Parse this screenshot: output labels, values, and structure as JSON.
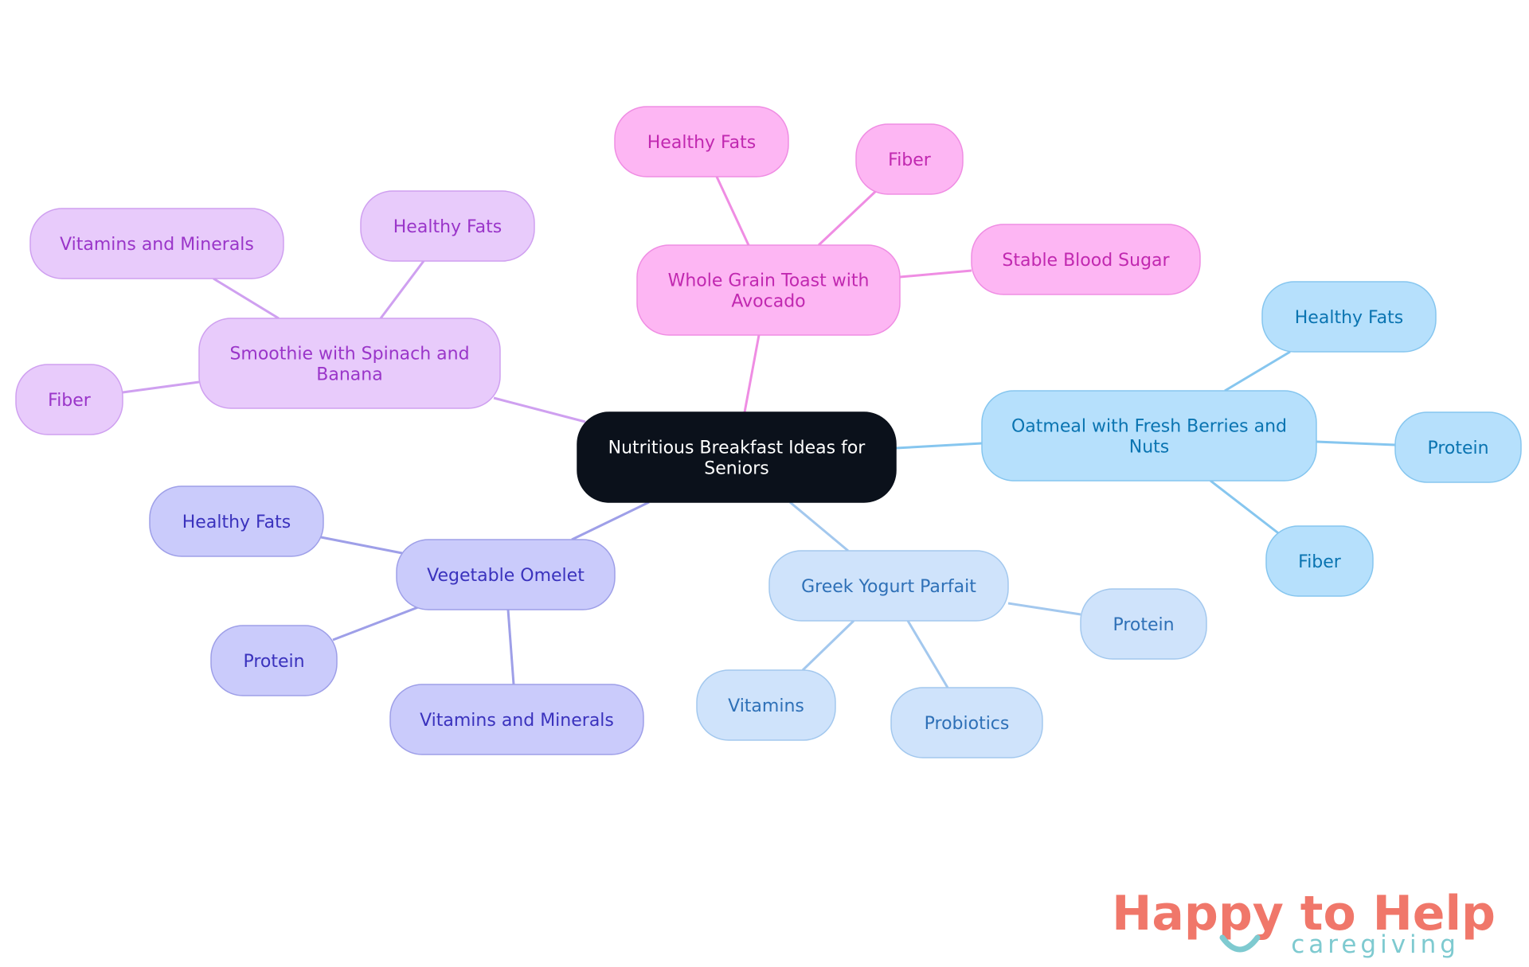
{
  "colors": {
    "root_fill": "#0b111b",
    "root_text": "#ffffff",
    "toast_fill": "#fdb6f3",
    "toast_stroke": "#ef8de3",
    "toast_text": "#c128b0",
    "smoothie_fill": "#e8cbfb",
    "smoothie_stroke": "#cfa0f0",
    "smoothie_text": "#9a35c9",
    "oatmeal_fill": "#b6e0fc",
    "oatmeal_stroke": "#86c6ef",
    "oatmeal_text": "#0a74b1",
    "yogurt_fill": "#cfe3fb",
    "yogurt_stroke": "#a3c8ee",
    "yogurt_text": "#2e70b7",
    "omelet_fill": "#cacbfb",
    "omelet_stroke": "#9e9fe8",
    "omelet_text": "#3a32bd",
    "logo_coral": "#f0776a",
    "logo_teal": "#7ecad0"
  },
  "diagram": {
    "root": {
      "label_lines": [
        "Nutritious Breakfast Ideas for",
        "Seniors"
      ]
    },
    "branches": [
      {
        "id": "toast",
        "label_lines": [
          "Whole Grain Toast with",
          "Avocado"
        ],
        "children": [
          "Healthy Fats",
          "Fiber",
          "Stable Blood Sugar"
        ]
      },
      {
        "id": "smoothie",
        "label_lines": [
          "Smoothie with Spinach and",
          "Banana"
        ],
        "children": [
          "Healthy Fats",
          "Vitamins and Minerals",
          "Fiber"
        ]
      },
      {
        "id": "oatmeal",
        "label_lines": [
          "Oatmeal with Fresh Berries and",
          "Nuts"
        ],
        "children": [
          "Healthy Fats",
          "Protein",
          "Fiber"
        ]
      },
      {
        "id": "yogurt",
        "label_lines": [
          "Greek Yogurt Parfait"
        ],
        "children": [
          "Protein",
          "Probiotics",
          "Vitamins"
        ]
      },
      {
        "id": "omelet",
        "label_lines": [
          "Vegetable Omelet"
        ],
        "children": [
          "Healthy Fats",
          "Protein",
          "Vitamins and Minerals"
        ]
      }
    ]
  },
  "logo": {
    "title": "Happy to Help",
    "subtitle": "caregiving"
  }
}
